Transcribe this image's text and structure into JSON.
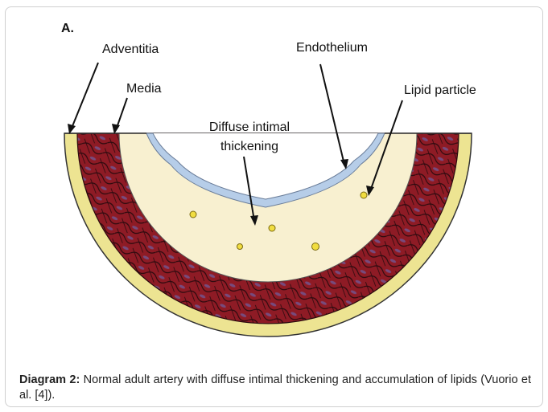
{
  "figure": {
    "panel_label": "A.",
    "labels": {
      "adventitia": "Adventitia",
      "media": "Media",
      "endothelium": "Endothelium",
      "lipid_particle": "Lipid particle",
      "intimal_line1": "Diffuse intimal",
      "intimal_line2": "thickening"
    }
  },
  "caption": {
    "label": "Diagram 2:",
    "text": " Normal adult artery with diffuse intimal thickening and accumulation of lipids (Vuorio et al. [4])."
  },
  "colors": {
    "adventitia": "#ede492",
    "media": "#8e1b25",
    "intima": "#f8f0d0",
    "endothelium": "#b6cde8",
    "lipid": "#f1dd40"
  }
}
